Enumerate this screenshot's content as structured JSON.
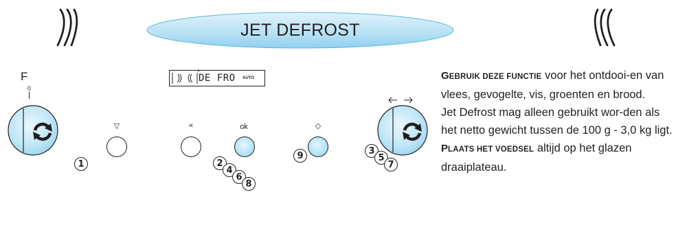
{
  "banner": {
    "title": "JET DEFROST"
  },
  "controls": {
    "left_knob_label": "F",
    "left_knob_sub": "0",
    "right_knob_label": "← →",
    "stop_button_symbol": "▽",
    "back_button_label": "«",
    "ok_button_label": "ok",
    "start_button_symbol": "◇",
    "display_text": "DE FRO",
    "display_mode": "AUTO",
    "display_star": "*"
  },
  "steps": [
    "1",
    "2",
    "3",
    "4",
    "5",
    "6",
    "7",
    "8",
    "9"
  ],
  "text": {
    "p1_lead_cap": "G",
    "p1_lead_rest": "EBRUIK DEZE FUNCTIE",
    "p1_body": " voor het ontdooi-en van vlees, gevogelte, vis, groenten en brood.",
    "p2": "Jet Defrost mag alleen gebruikt wor-den als het netto gewicht tussen de 100 g - 3,0 kg ligt.",
    "p3_lead_cap": "P",
    "p3_lead_rest": "LAATS HET VOEDSEL",
    "p3_body": " altijd op het glazen draaiplateau."
  },
  "colors": {
    "accent_blue": "#8fd0ee",
    "banner_fill": "#c6e8f7",
    "ink": "#231f20"
  }
}
